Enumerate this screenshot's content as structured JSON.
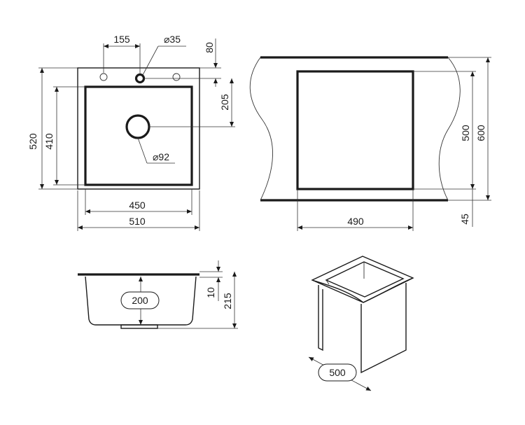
{
  "top_view": {
    "tap_offset": "155",
    "tap_hole": "⌀35",
    "edge_to_tap": "80",
    "tap_to_drain": "205",
    "outer_depth": "520",
    "bowl_depth": "410",
    "drain": "⌀92",
    "bowl_width": "450",
    "outer_width": "510"
  },
  "cutout_view": {
    "cabinet_height": "600",
    "cutout_height": "500",
    "bottom_margin": "45",
    "cutout_width": "490"
  },
  "side_view": {
    "bowl_depth": "200",
    "rim_thickness": "10",
    "total_depth": "215"
  },
  "cabinet_view": {
    "cabinet_width": "500"
  }
}
